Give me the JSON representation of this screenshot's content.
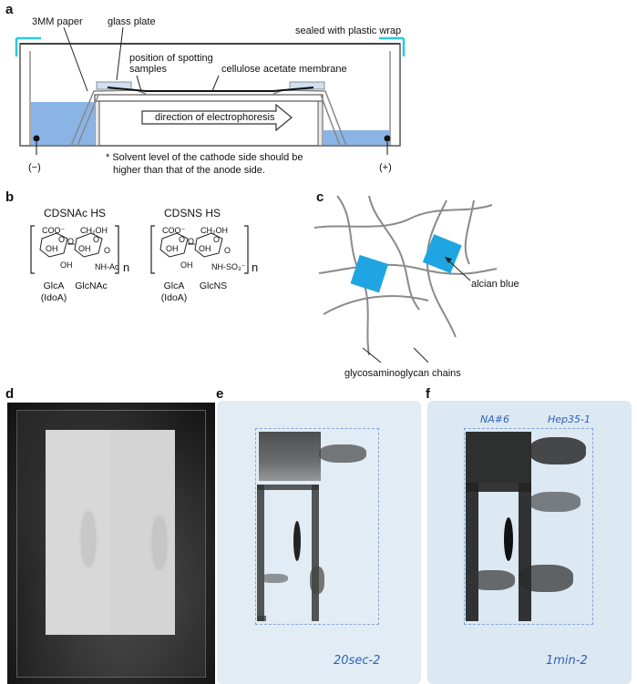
{
  "panel_a": {
    "letter": "a",
    "labels": {
      "paper": "3MM paper",
      "glass": "glass plate",
      "sealed": "sealed with plastic wrap",
      "position_line1": "position of spotting",
      "position_line2": "samples",
      "membrane": "cellulose acetate membrane",
      "direction": "direction of electrophoresis",
      "note_line1": "* Solvent level of the cathode side should be",
      "note_line2": "higher than that of the anode side.",
      "cathode": "(−)",
      "anode": "(+)"
    },
    "colors": {
      "buffer": "#8ab4e6",
      "plate": "#cfe0f3",
      "wrap": "#29c9e0"
    }
  },
  "panel_b": {
    "letter": "b",
    "structure1": {
      "title": "CDSNAc HS",
      "ring_labels": [
        "COO⁻",
        "CH₂OH",
        "O",
        "O",
        "OH",
        "OH",
        "O",
        "OH",
        "NH-Ac",
        "O"
      ],
      "n": "n",
      "sugar1_line1": "GlcA",
      "sugar1_line2": "(IdoA)",
      "sugar2": "GlcNAc"
    },
    "structure2": {
      "title": "CDSNS HS",
      "ring_labels": [
        "COO⁻",
        "CH₂OH",
        "O",
        "O",
        "OH",
        "OH",
        "O",
        "OH",
        "NH-SO₃⁻",
        "O"
      ],
      "n": "n",
      "sugar1_line1": "GlcA",
      "sugar1_line2": "(IdoA)",
      "sugar2": "GlcNS"
    }
  },
  "panel_c": {
    "letter": "c",
    "alcian": "alcian blue",
    "chains": "glycosaminoglycan chains",
    "colors": {
      "alcian": "#1fa6e2",
      "chain": "#8a8a8a"
    }
  },
  "panel_d": {
    "letter": "d"
  },
  "panel_e": {
    "letter": "e",
    "handwriting": "20sec-2"
  },
  "panel_f": {
    "letter": "f",
    "hand_top_left": "NA#6",
    "hand_top_right": "Hep35-1",
    "handwriting": "1min-2"
  }
}
